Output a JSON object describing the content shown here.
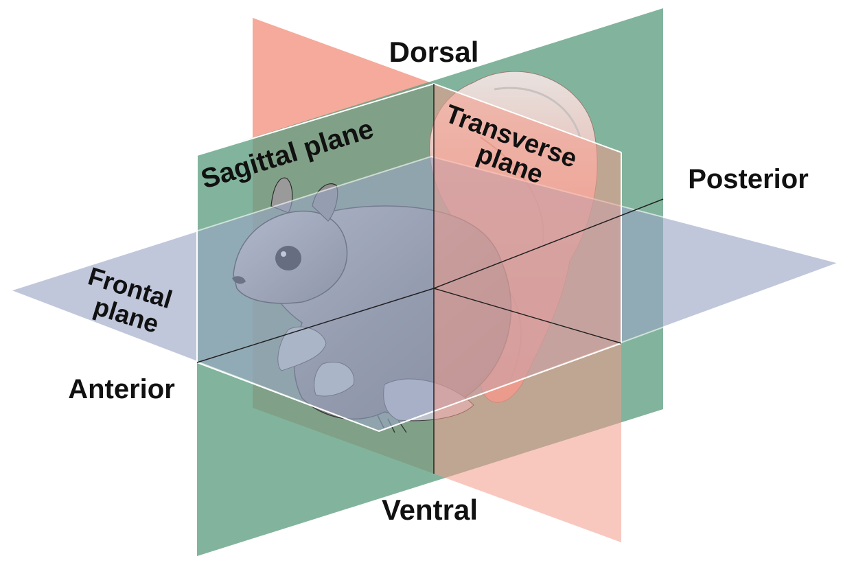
{
  "labels": {
    "dorsal": "Dorsal",
    "ventral": "Ventral",
    "anterior": "Anterior",
    "posterior": "Posterior",
    "sagittal_plane": "Sagittal plane",
    "transverse_line1": "Transverse",
    "transverse_line2": "plane",
    "frontal_line1": "Frontal",
    "frontal_line2": "plane"
  },
  "colors": {
    "sagittal_plane": "#5f9f82",
    "transverse_plane": "#f39b8a",
    "frontal_plane": "#9aa6c6",
    "squirrel_fur": "#8a8a8a",
    "tail_fur": "#e3a79c"
  }
}
